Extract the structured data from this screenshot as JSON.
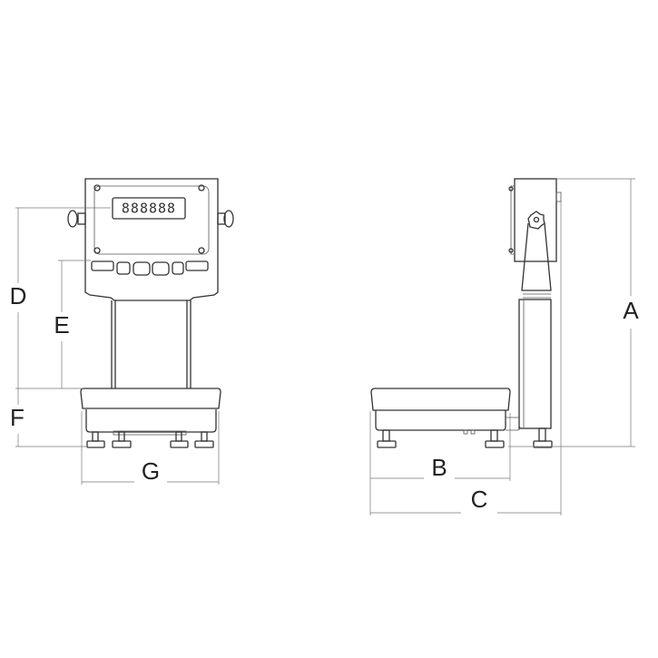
{
  "diagram": {
    "display_readout": "888888",
    "dimension_labels": {
      "A": "A",
      "B": "B",
      "C": "C",
      "D": "D",
      "E": "E",
      "F": "F",
      "G": "G"
    },
    "views": [
      "front",
      "side"
    ],
    "line_color": "#333333"
  }
}
